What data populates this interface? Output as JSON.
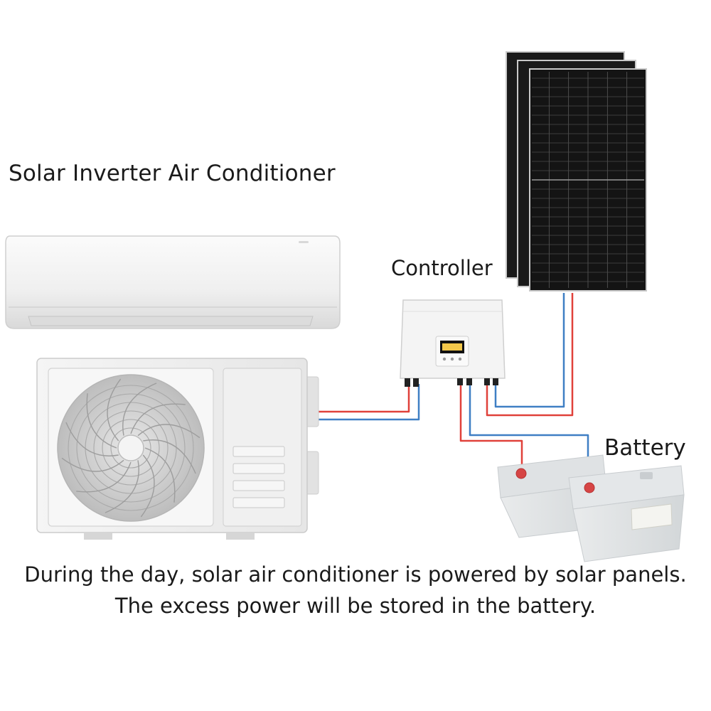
{
  "title": "Solar Inverter Air Conditioner",
  "labels": {
    "controller": "Controller",
    "battery": "Battery"
  },
  "caption": {
    "line1": "During the day, solar air conditioner is powered by solar panels.",
    "line2": "The excess power will be stored in the battery."
  },
  "components": {
    "indoor_unit": "air-conditioner-indoor-unit",
    "outdoor_unit": "air-conditioner-outdoor-unit",
    "controller": "solar-charge-controller",
    "solar_panels": "solar-panel-array",
    "batteries": "battery-bank"
  },
  "colors": {
    "positive_wire": "#e0413a",
    "negative_wire": "#3f7fc4",
    "panel": "#141414",
    "unit_body": "#f2f2f2"
  }
}
